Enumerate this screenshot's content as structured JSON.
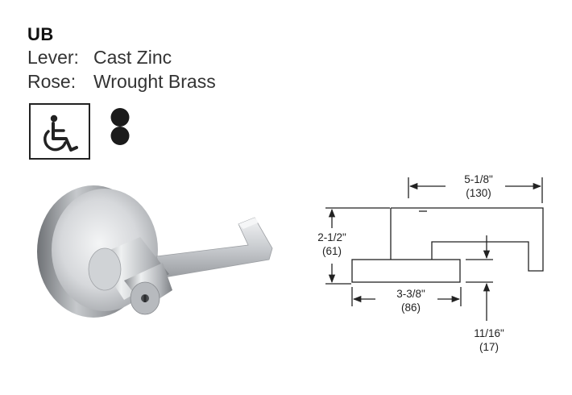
{
  "product": {
    "model": "UB",
    "lever_label": "Lever:",
    "lever_value": "Cast Zinc",
    "rose_label": "Rose:",
    "rose_value": "Wrought Brass"
  },
  "icons": {
    "ada": "wheelchair-accessibility-icon",
    "finish_dots": "double-dot-icon"
  },
  "colors": {
    "text": "#333333",
    "line": "#222222",
    "metal_light": "#e2e4e6",
    "metal_dark": "#8f9296"
  },
  "dimensions": {
    "projection_in": "5-1/8\"",
    "projection_mm": "(130)",
    "height_in": "2-1/2\"",
    "height_mm": "(61)",
    "rose_in": "3-3/8\"",
    "rose_mm": "(86)",
    "rose_thickness_in": "11/16\"",
    "rose_thickness_mm": "(17)"
  }
}
